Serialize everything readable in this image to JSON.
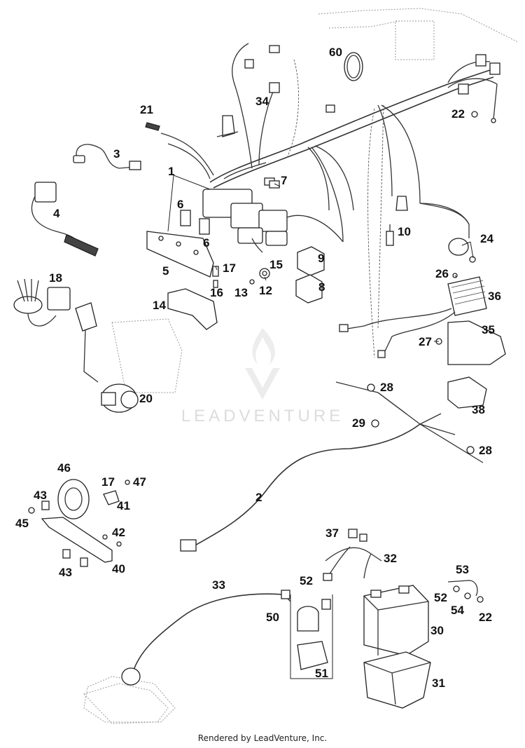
{
  "watermark": "LEADVENTURE",
  "credit": "Rendered by LeadVenture, Inc.",
  "callouts": {
    "c1": "1",
    "c2": "2",
    "c3": "3",
    "c4": "4",
    "c5": "5",
    "c6a": "6",
    "c6b": "6",
    "c7": "7",
    "c8": "8",
    "c9": "9",
    "c10": "10",
    "c12": "12",
    "c13": "13",
    "c14": "14",
    "c15": "15",
    "c16": "16",
    "c17a": "17",
    "c17b": "17",
    "c18": "18",
    "c20": "20",
    "c21": "21",
    "c22a": "22",
    "c22b": "22",
    "c24": "24",
    "c26": "26",
    "c27": "27",
    "c28a": "28",
    "c28b": "28",
    "c29": "29",
    "c30": "30",
    "c31": "31",
    "c32": "32",
    "c33": "33",
    "c34": "34",
    "c35": "35",
    "c36": "36",
    "c37": "37",
    "c38": "38",
    "c40": "40",
    "c41": "41",
    "c42": "42",
    "c43a": "43",
    "c43b": "43",
    "c45": "45",
    "c46": "46",
    "c47": "47",
    "c50": "50",
    "c51": "51",
    "c52a": "52",
    "c52b": "52",
    "c53": "53",
    "c54": "54",
    "c60": "60"
  }
}
